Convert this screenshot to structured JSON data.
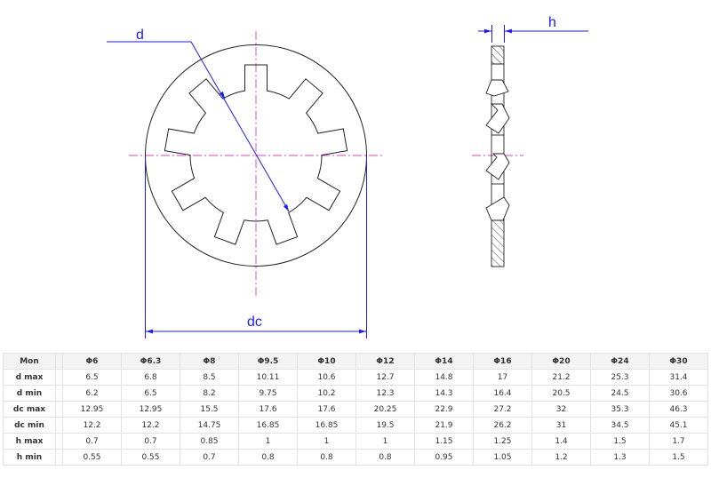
{
  "drawing": {
    "labels": {
      "d": "d",
      "dc": "dc",
      "h": "h"
    },
    "colors": {
      "outline": "#222222",
      "dimension": "#1a1aff",
      "centerline": "#e040c0"
    },
    "teeth_count": 9
  },
  "table": {
    "header": [
      "Mon",
      "Φ6",
      "Φ6.3",
      "Φ8",
      "Φ9.5",
      "Φ10",
      "Φ12",
      "Φ14",
      "Φ16",
      "Φ20",
      "Φ24",
      "Φ30"
    ],
    "rows": [
      {
        "label": "d max",
        "values": [
          "6.5",
          "6.8",
          "8.5",
          "10.11",
          "10.6",
          "12.7",
          "14.8",
          "17",
          "21.2",
          "25.3",
          "31.4"
        ]
      },
      {
        "label": "d min",
        "values": [
          "6.2",
          "6.5",
          "8.2",
          "9.75",
          "10.2",
          "12.3",
          "14.3",
          "16.4",
          "20.5",
          "24.5",
          "30.6"
        ]
      },
      {
        "label": "dc max",
        "values": [
          "12.95",
          "12.95",
          "15.5",
          "17.6",
          "17.6",
          "20.25",
          "22.9",
          "27.2",
          "32",
          "35.3",
          "46.3"
        ]
      },
      {
        "label": "dc min",
        "values": [
          "12.2",
          "12.2",
          "14.75",
          "16.85",
          "16.85",
          "19.5",
          "21.9",
          "26.2",
          "31",
          "34.5",
          "45.1"
        ]
      },
      {
        "label": "h max",
        "values": [
          "0.7",
          "0.7",
          "0.85",
          "1",
          "1",
          "1",
          "1.15",
          "1.25",
          "1.4",
          "1.5",
          "1.7"
        ]
      },
      {
        "label": "h min",
        "values": [
          "0.55",
          "0.55",
          "0.7",
          "0.8",
          "0.8",
          "0.8",
          "0.95",
          "1.05",
          "1.2",
          "1.3",
          "1.5"
        ]
      }
    ]
  }
}
